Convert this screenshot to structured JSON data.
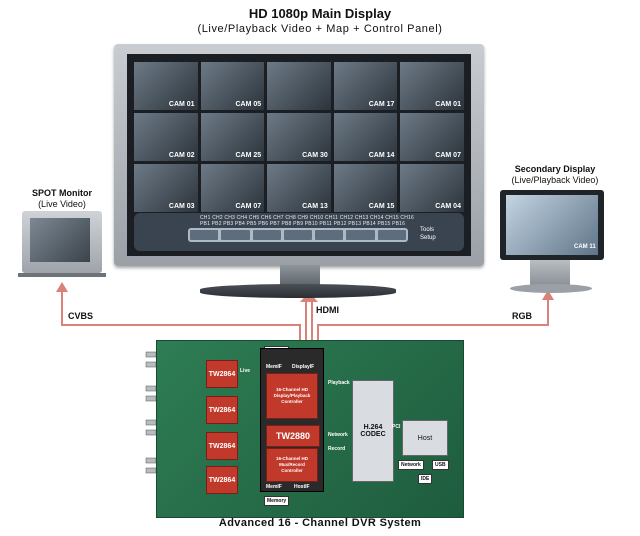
{
  "header": {
    "title": "HD 1080p Main Display",
    "subtitle": "(Live/Playback Video + Map + Control Panel)"
  },
  "main_display": {
    "cells": [
      "CAM 01",
      "CAM 05",
      "",
      "CAM 17",
      "CAM 01",
      "CAM 02",
      "CAM 25",
      "CAM 30",
      "CAM 14",
      "CAM 07",
      "CAM 03",
      "CAM 07",
      "CAM 13",
      "CAM 15",
      "CAM 04"
    ],
    "tabs_line1": "CH1 CH2 CH3 CH4 CH5 CH6 CH7 CH8 CH9 CH10 CH11 CH12 CH13 CH14 CH15 CH16",
    "tabs_line2": "PB1 PB2 PB3 PB4 PB5 PB6 PB7 PB8 PB9 PB10 PB11 PB12 PB13 PB14 PB15 PB16",
    "tools": "Tools",
    "setup": "Setup"
  },
  "spot": {
    "label": "SPOT Monitor",
    "sub": "(Live Video)"
  },
  "secondary": {
    "label": "Secondary Display",
    "sub": "(Live/Playback Video)",
    "cam": "CAM 11"
  },
  "connections": {
    "cvbs": "CVBS",
    "hdmi": "HDMI",
    "rgb": "RGB"
  },
  "board": {
    "tw2864": "TW2864",
    "tw2880": "TW2880",
    "display_ctrl": "16-Channel HD Display/Playback Controller",
    "record_ctrl": "16-Channel HD Mux/Record Controller",
    "codec": "H.264 CODEC",
    "host": "Host",
    "memory": "Memory",
    "memif": "MemIF",
    "displayif": "DisplayIF",
    "hostif": "HostIF",
    "live": "Live",
    "playback": "Playback",
    "network_in": "Network",
    "record": "Record",
    "pci": "PCI",
    "network": "Network",
    "usb": "USB",
    "ide": "IDE"
  },
  "caption": "Advanced 16 - Channel DVR System",
  "colors": {
    "connector": "#d9827a",
    "board": "#2e7d54",
    "chip": "#c0392b"
  }
}
